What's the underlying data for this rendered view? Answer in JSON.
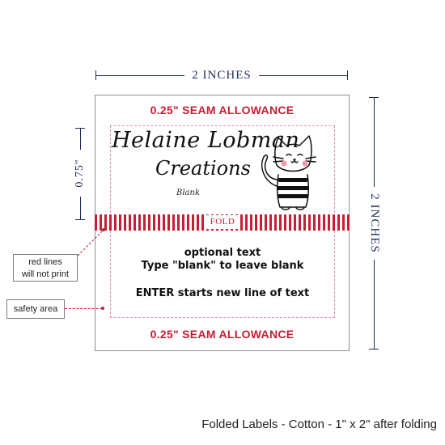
{
  "dimensions": {
    "width_label": "2 INCHES",
    "height_label": "2 INCHES",
    "fold_height_label": "0.75\""
  },
  "label": {
    "seam_top": "0.25\" SEAM ALLOWANCE",
    "seam_bottom": "0.25\" SEAM ALLOWANCE",
    "brand_line1": "Helaine Lobman",
    "brand_line2": "Creations",
    "brand_sub": "Blank",
    "fold_label": "FOLD",
    "text_line1": "optional text",
    "text_line2": "Type \"blank\" to leave blank",
    "text_line3": "ENTER starts new line of text",
    "illustration": "striped-cat-icon"
  },
  "callouts": {
    "red_lines": "red lines\nwill not print",
    "safety_area": "safety area"
  },
  "caption": "Folded Labels - Cotton - 1\" x 2\" after folding",
  "colors": {
    "dimension": "#1e2b5c",
    "accent_red": "#c81d34",
    "safety_dash": "#e88ca0"
  }
}
